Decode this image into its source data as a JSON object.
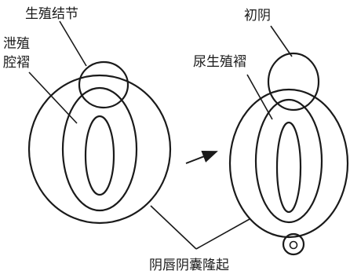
{
  "labels": {
    "genital_tubercle": "生殖结节",
    "cloacal_fold": [
      "泄殖",
      "腔褶"
    ],
    "phallus": "初阴",
    "urogenital_fold": "尿生殖褶",
    "labioscrotal_swelling": "阴唇阴囊隆起"
  },
  "colors": {
    "ink": "#1a1a1a",
    "stipple": "#2a2a2a",
    "background": "#ffffff"
  }
}
